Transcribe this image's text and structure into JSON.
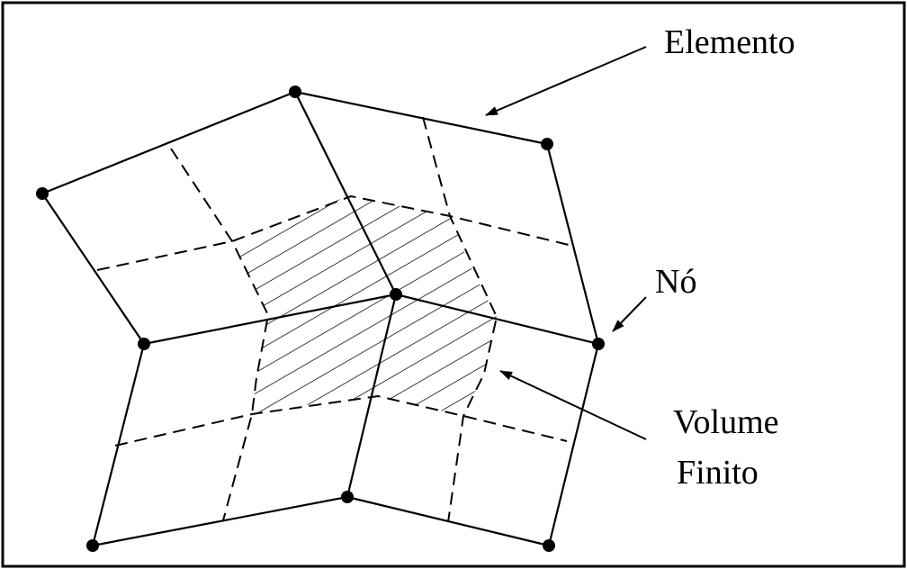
{
  "labels": {
    "element": "Elemento",
    "node": "Nó",
    "volume_line1": "Volume",
    "volume_line2": "Finito"
  },
  "colors": {
    "ink": "#000000",
    "background": "#ffffff"
  }
}
